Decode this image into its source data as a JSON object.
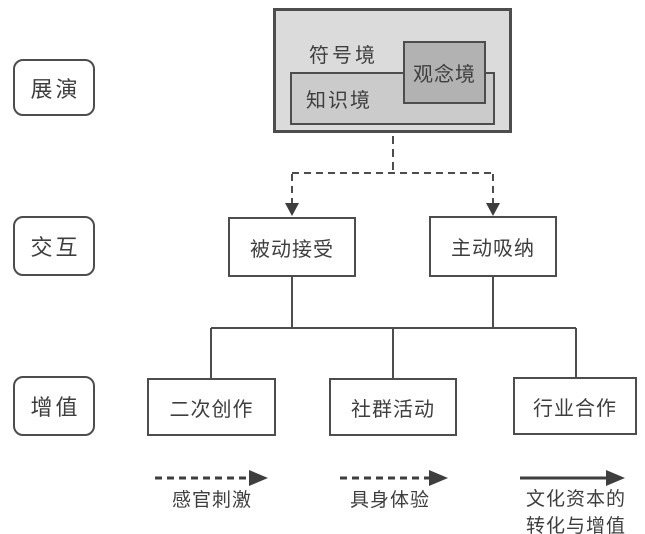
{
  "diagram": {
    "row_labels": [
      {
        "label": "展演"
      },
      {
        "label": "交互"
      },
      {
        "label": "增值"
      }
    ],
    "top_group": {
      "outer_label": "符号境",
      "inner_box_label": "知识境",
      "overlay_box_label": "观念境"
    },
    "middle_nodes": [
      {
        "label": "被动接受"
      },
      {
        "label": "主动吸纳"
      }
    ],
    "bottom_nodes": [
      {
        "label": "二次创作"
      },
      {
        "label": "社群活动"
      },
      {
        "label": "行业合作"
      }
    ],
    "legend": [
      {
        "arrow_style": "dashed",
        "label": "感官刺激"
      },
      {
        "arrow_style": "dashed",
        "label": "具身体验"
      },
      {
        "arrow_style": "solid",
        "label_line1": "文化资本的",
        "label_line2": "转化与增值"
      }
    ],
    "colors": {
      "symbol_realm_fill": "#dbdbdb",
      "knowledge_realm_fill": "#cbcbcb",
      "concept_realm_fill": "#b2b2b2",
      "node_fill": "#ffffff",
      "line": "#4d4d4d",
      "text": "#3e3e3e"
    }
  }
}
